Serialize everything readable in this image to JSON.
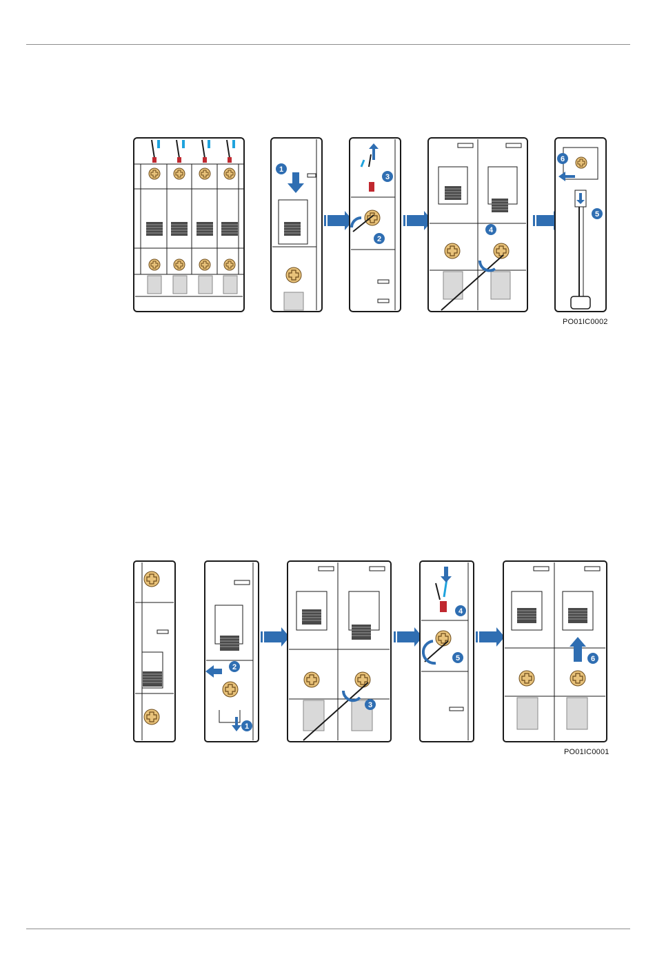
{
  "figures": [
    {
      "code": "PO01IC0002",
      "steps": [
        "1",
        "2",
        "3",
        "4",
        "5",
        "6"
      ]
    },
    {
      "code": "PO01IC0001",
      "steps": [
        "1",
        "2",
        "3",
        "4",
        "5",
        "6"
      ]
    }
  ],
  "colors": {
    "frame": "#1a1a1a",
    "screw": "#e8c27a",
    "arrow_blue": "#2f6eb2",
    "wire_tip_red": "#c0282f",
    "cable_cyan": "#1fa3dd",
    "panel_gray": "#d9d9d9"
  }
}
